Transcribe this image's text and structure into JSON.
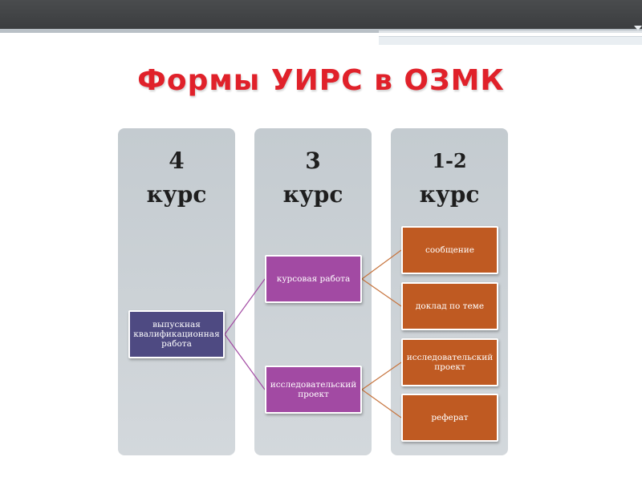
{
  "title": "Формы УИРС в ОЗМК",
  "columns": [
    {
      "num": "4",
      "label": "курс"
    },
    {
      "num": "3",
      "label": "курс"
    },
    {
      "num": "1-2",
      "label": "курс"
    }
  ],
  "nodes": {
    "vkr": "выпускная квалификационная работа",
    "kursovaya": "курсовая работа",
    "issled_proekt": "исследовательский проект",
    "soobshenie": "сообщение",
    "doklad": "доклад по теме",
    "issled_proekt_2": "исследовательский проект",
    "referat": "реферат"
  },
  "colors": {
    "title": "#e0212a",
    "column_bg": "#c9cfd4",
    "level_4": "#4e4a82",
    "level_3": "#a24aa3",
    "level_12": "#bf5a22",
    "connector": "#a24aa3"
  }
}
